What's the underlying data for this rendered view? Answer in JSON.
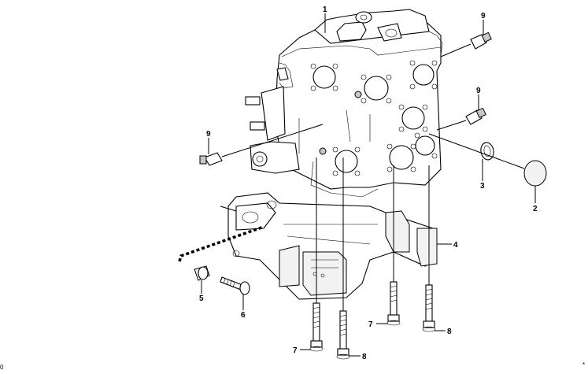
{
  "callouts": [
    {
      "id": "1",
      "text": "1"
    },
    {
      "id": "2",
      "text": "2"
    },
    {
      "id": "3",
      "text": "3"
    },
    {
      "id": "4",
      "text": "4"
    },
    {
      "id": "5",
      "text": "5"
    },
    {
      "id": "6",
      "text": "6"
    },
    {
      "id": "7a",
      "text": "7"
    },
    {
      "id": "7b",
      "text": "7"
    },
    {
      "id": "8a",
      "text": "8"
    },
    {
      "id": "8b",
      "text": "8"
    },
    {
      "id": "9a",
      "text": "9"
    },
    {
      "id": "9b",
      "text": "9"
    },
    {
      "id": "9c",
      "text": "9"
    }
  ],
  "corner_left": "0",
  "corner_right": "*"
}
